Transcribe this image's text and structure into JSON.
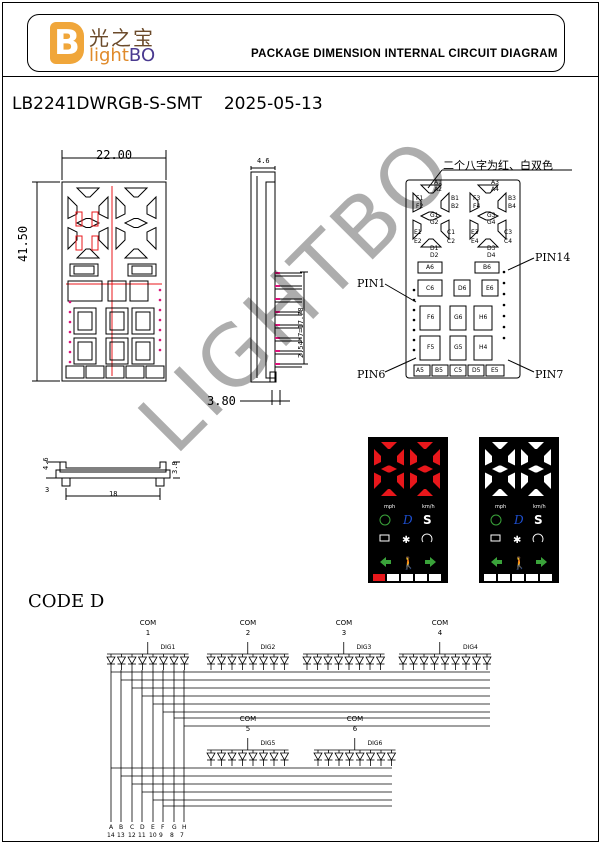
{
  "logo": {
    "cn": "光之宝",
    "en_light": "light",
    "en_bo": "BO",
    "mark": "B"
  },
  "header_title": "PACKAGE DIMENSION INTERNAL CIRCUIT DIAGRAM",
  "part_number": "LB2241DWRGB-S-SMT",
  "date": "2025-05-13",
  "dims": {
    "width": "22.00",
    "height": "41.50",
    "depth": "4.6",
    "pin_span": "3.80",
    "pitch": "2.54*7=17.78",
    "side_a": "4.6",
    "side_b": "3.8",
    "bottom_len": "18",
    "bottom_3": "3"
  },
  "note": "二个八字为红、白双色",
  "pins": {
    "pin1": "PIN1",
    "pin6": "PIN6",
    "pin7": "PIN7",
    "pin14": "PIN14"
  },
  "segments": {
    "digit1": [
      "A1",
      "A2",
      "F1",
      "F2",
      "B1",
      "B2",
      "G1",
      "G2",
      "E1",
      "E2",
      "C1",
      "C2",
      "D1",
      "D2"
    ],
    "digit2": [
      "A3",
      "A4",
      "F3",
      "F4",
      "B3",
      "B4",
      "G3",
      "G4",
      "E3",
      "E4",
      "C3",
      "C4",
      "D3",
      "D4"
    ],
    "boxes": [
      "A6",
      "B6",
      "C6",
      "D6",
      "E6",
      "F6",
      "G6",
      "H6",
      "F5",
      "G5",
      "H4",
      "A5",
      "B5",
      "C5",
      "D5",
      "E5"
    ]
  },
  "display_labels": {
    "mph": "mph",
    "kmh": "km/h",
    "d": "D",
    "s": "S"
  },
  "code_title": "CODE D",
  "commons": [
    "COM",
    "1",
    "COM",
    "2",
    "COM",
    "3",
    "COM",
    "4",
    "COM",
    "5",
    "COM",
    "6"
  ],
  "digits": [
    "DIG1",
    "DIG2",
    "DIG3",
    "DIG4",
    "DIG5",
    "DIG6"
  ],
  "bottom_letters": [
    "A",
    "B",
    "C",
    "D",
    "E",
    "F",
    "G",
    "H"
  ],
  "bottom_numbers": [
    "14",
    "13",
    "12",
    "11",
    "10",
    "9",
    "8",
    "7"
  ],
  "watermark": "LIGHTBO",
  "colors": {
    "red": "#e8171b",
    "green": "#3aa33a",
    "blue": "#1e4fd0",
    "orange": "#f0a63a",
    "pink": "#d9157a"
  }
}
